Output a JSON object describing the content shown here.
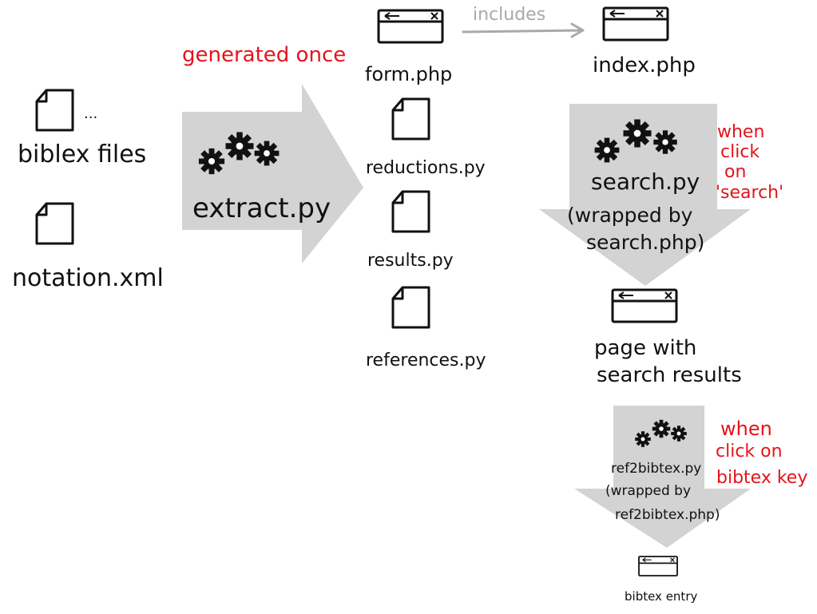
{
  "colors": {
    "ink": "#111111",
    "annotation": "#e4141b",
    "arrow_fill": "#d3d3d3",
    "include_arrow": "#a9a9a9"
  },
  "inputs": {
    "bibtex_files": "biblex files",
    "ellipsis": "...",
    "notation": "notation.xml"
  },
  "generated_once": "generated once",
  "extract": "extract.py",
  "outputs": {
    "form": "form.php",
    "reductions": "reductions.py",
    "results": "results.py",
    "references": "references.py"
  },
  "includes": "includes",
  "index": "index.php",
  "search": {
    "label": "search.py",
    "wrapped1": "(wrapped by",
    "wrapped2": "search.php)"
  },
  "when_search": [
    "when",
    "click",
    "on",
    "'search'"
  ],
  "page_with": "page with",
  "search_results": "search results",
  "ref2bibtex": {
    "label": "ref2bibtex.py",
    "wrapped1": "(wrapped by",
    "wrapped2": "ref2bibtex.php)"
  },
  "when_key": [
    "when",
    "click on",
    "bibtex key"
  ],
  "bibtex_entry": "bibtex entry",
  "icons": [
    "file-icon",
    "gears-icon",
    "browser-window-icon"
  ]
}
